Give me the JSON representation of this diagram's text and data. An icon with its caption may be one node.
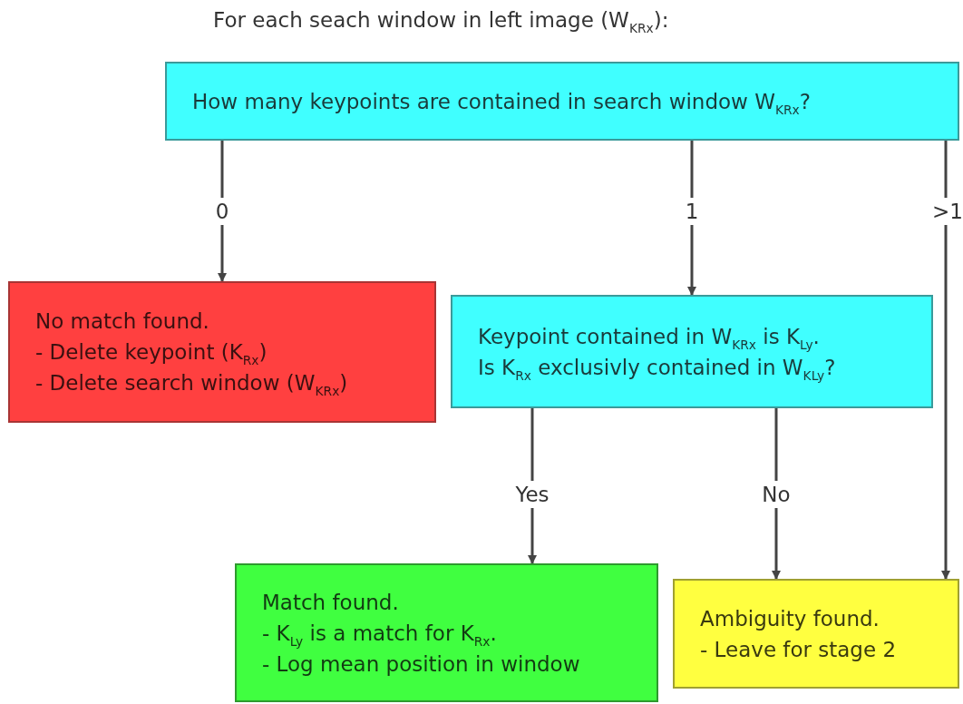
{
  "diagram": {
    "title": "For each seach window in left image (W$_{KRx}$):",
    "nodes": [
      {
        "text": [
          "How many keypoints are contained in search window W$_{KRx}$?"
        ]
      },
      {
        "text": [
          "No match found.",
          "- Delete keypoint (K$_{Rx}$)",
          "- Delete search window (W$_{KRx}$)"
        ]
      },
      {
        "text": [
          "Keypoint contained in W$_{KRx}$ is K$_{Ly}$.",
          "Is K$_{Rx}$ exclusivly contained in W$_{KLy}$?"
        ]
      },
      {
        "text": [
          "Match found.",
          "- K$_{Ly}$ is a match for K$_{Rx}$.",
          "- Log mean position in window"
        ]
      },
      {
        "text": [
          "Ambiguity found.",
          "- Leave for stage 2"
        ]
      }
    ],
    "edges": [
      {
        "from": 0,
        "to": 1,
        "arrow": "to",
        "label": "0"
      },
      {
        "from": 0,
        "to": 2,
        "arrow": "to",
        "label": "1"
      },
      {
        "from": 0,
        "to": 4,
        "arrow": "to",
        "label": ">1"
      },
      {
        "from": 2,
        "to": 3,
        "arrow": "to",
        "label": "Yes"
      },
      {
        "from": 2,
        "to": 4,
        "arrow": "to",
        "label": "No"
      }
    ]
  }
}
